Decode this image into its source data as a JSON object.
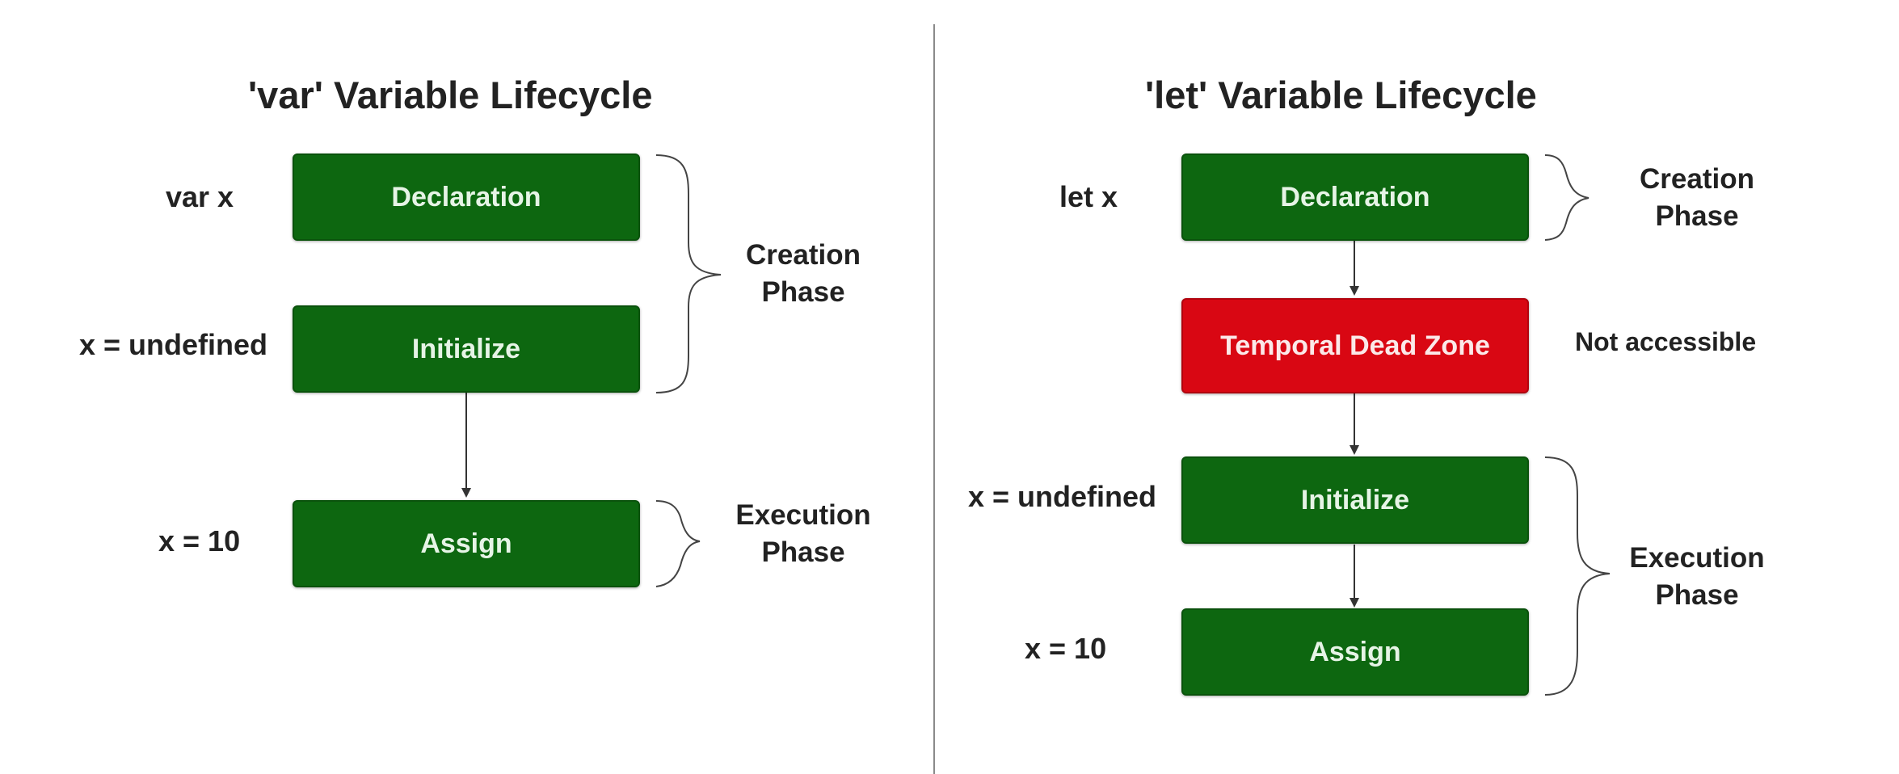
{
  "left": {
    "title": "'var' Variable Lifecycle",
    "boxes": {
      "declaration": "Declaration",
      "initialize": "Initialize",
      "assign": "Assign"
    },
    "labels": {
      "declaration": "var x",
      "initialize": "x = undefined",
      "assign": "x = 10"
    },
    "phases": {
      "creation": [
        "Creation",
        "Phase"
      ],
      "execution": [
        "Execution",
        "Phase"
      ]
    }
  },
  "right": {
    "title": "'let' Variable Lifecycle",
    "boxes": {
      "declaration": "Declaration",
      "tdz": "Temporal Dead Zone",
      "initialize": "Initialize",
      "assign": "Assign"
    },
    "labels": {
      "declaration": "let x",
      "initialize": "x = undefined",
      "assign": "x = 10"
    },
    "note": "Not accessible",
    "phases": {
      "creation": [
        "Creation",
        "Phase"
      ],
      "execution": [
        "Execution",
        "Phase"
      ]
    }
  },
  "colors": {
    "box_green": "#0d6710",
    "box_red": "#d90713",
    "text": "#222222",
    "divider": "#888888"
  }
}
